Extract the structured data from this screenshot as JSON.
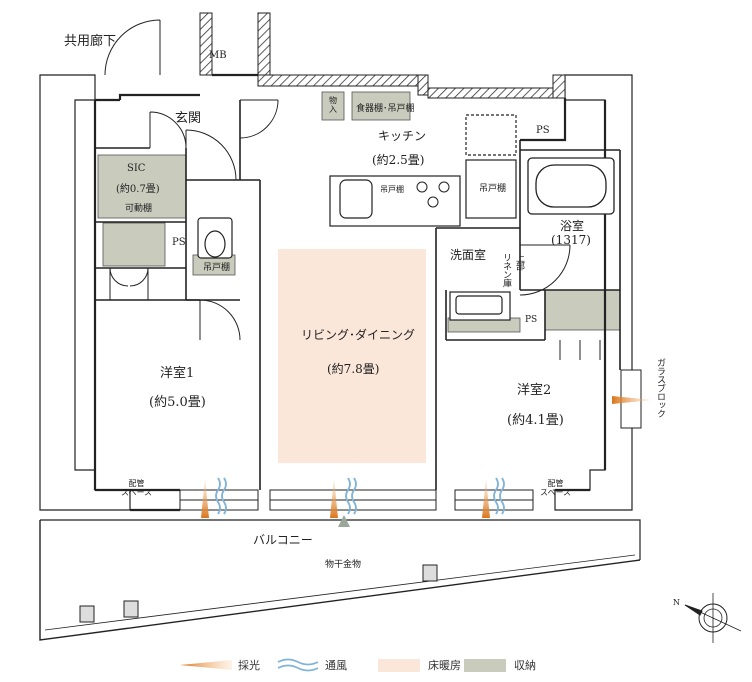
{
  "labels": {
    "corridor": "共用廊下",
    "mb": "MB",
    "entrance": "玄関",
    "storage_small": "物入",
    "kitchen_cabinet": "食器棚･吊戸棚",
    "kitchen": "キッチン",
    "kitchen_size": "(約2.5畳)",
    "ps_top": "PS",
    "sic": "SIC",
    "sic_size": "(約0.7畳)",
    "movable_shelf": "可動棚",
    "hanging_shelf_1": "吊戸棚",
    "hanging_shelf_2": "吊戸棚",
    "hanging_shelf_3": "吊戸棚",
    "ps_left": "PS",
    "bath": "浴室",
    "bath_size": "(1317)",
    "washroom": "洗面室",
    "linen_shelf": "上部\nリネン庫",
    "ps_wash": "PS",
    "ldk": "リビング･ダイニング",
    "ldk_size": "(約7.8畳)",
    "room1": "洋室1",
    "room1_size": "(約5.0畳)",
    "room2": "洋室2",
    "room2_size": "(約4.1畳)",
    "glass_block": "ガラスブロック",
    "pipe_space_left": "配管\nスペース",
    "pipe_space_right": "配管\nスペース",
    "balcony": "バルコニー",
    "laundry": "物干金物"
  },
  "legend": [
    {
      "label": "採光",
      "icon": "daylight-icon",
      "color": "#e0892e"
    },
    {
      "label": "通風",
      "icon": "ventilation-icon",
      "color": "#7fb3d8"
    },
    {
      "label": "床暖房",
      "icon": "floor-heating-swatch",
      "color": "#fbe6da"
    },
    {
      "label": "収納",
      "icon": "storage-swatch",
      "color": "#c9cbbd"
    }
  ],
  "compass": {
    "north_label": "N"
  },
  "colors": {
    "wall": "#222222",
    "storage": "#c9cbbd",
    "floor_heating": "#fbe6da",
    "light": "#e0892e",
    "wind": "#7fb3d8",
    "hatch": "#555555"
  }
}
